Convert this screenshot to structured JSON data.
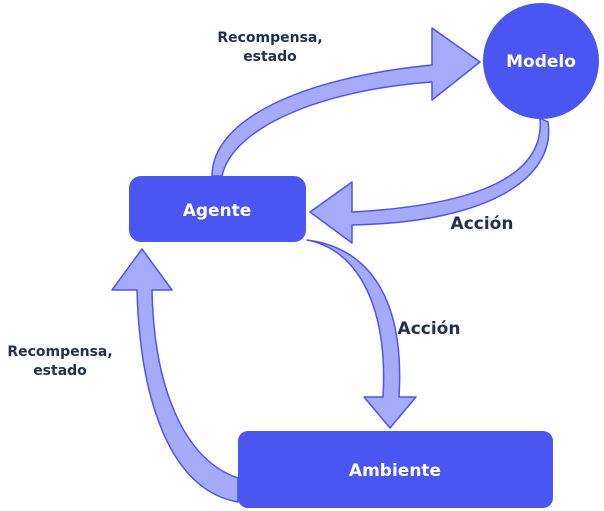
{
  "colors": {
    "node_fill": "#4b55f2",
    "arrow_fill": "#a5aaf9",
    "arrow_stroke": "#4b55f2",
    "label_text": "#22304f"
  },
  "nodes": {
    "modelo": {
      "label": "Modelo",
      "shape": "circle"
    },
    "agente": {
      "label": "Agente",
      "shape": "rounded-rect"
    },
    "ambiente": {
      "label": "Ambiente",
      "shape": "rounded-rect"
    }
  },
  "edges": [
    {
      "from": "agente",
      "to": "modelo",
      "label_lines": [
        "Recompensa,",
        "estado"
      ]
    },
    {
      "from": "modelo",
      "to": "agente",
      "label_lines": [
        "Acción"
      ]
    },
    {
      "from": "agente",
      "to": "ambiente",
      "label_lines": [
        "Acción"
      ]
    },
    {
      "from": "ambiente",
      "to": "agente",
      "label_lines": [
        "Recompensa,",
        "estado"
      ]
    }
  ]
}
